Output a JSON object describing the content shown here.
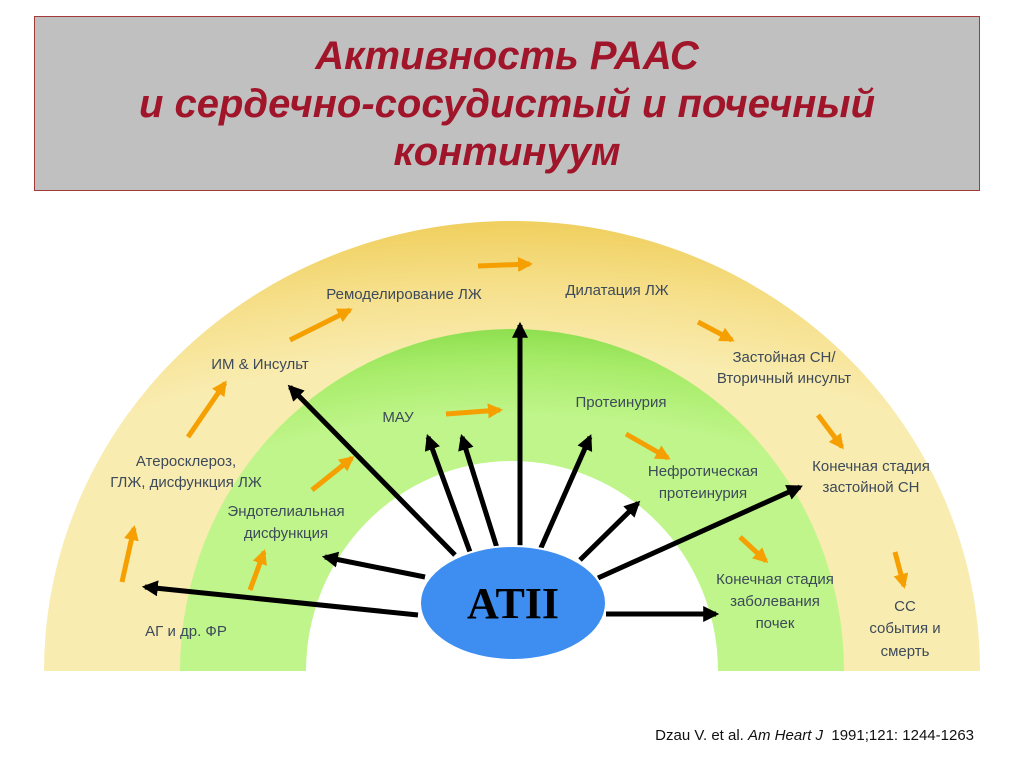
{
  "title": {
    "line1": "Активность РААС",
    "line2": "и сердечно-сосудистый и почечный",
    "line3": "континуум"
  },
  "center": {
    "label": "ATII"
  },
  "outer_labels": {
    "ag": "АГ и др. ФР",
    "atero1": "Атеросклероз,",
    "atero2": "ГЛЖ, дисфункция ЛЖ",
    "im": "ИМ & Инсульт",
    "remod": "Ремоделирование ЛЖ",
    "dilat": "Дилатация ЛЖ",
    "zast1": "Застойная СН/",
    "zast2": "Вторичный инсульт",
    "kon1": "Конечная стадия",
    "kon2": "застойной СН",
    "ss1": "СС",
    "ss2": "события и",
    "ss3": "смерть"
  },
  "inner_labels": {
    "endo1": "Эндотелиальная",
    "endo2": "дисфункция",
    "mau": "МАУ",
    "prot": "Протеинурия",
    "nef1": "Нефротическая",
    "nef2": "протеинурия",
    "kzp1": "Конечная стадия",
    "kzp2": "заболевания",
    "kzp3": "почек"
  },
  "citation": {
    "author": "Dzau V. et al. ",
    "journal": "Am Heart J",
    "ref": "  1991;121: 1244-1263"
  },
  "colors": {
    "outer_ring": "#f6e08c",
    "inner_ring": "#a8ec6a",
    "center": "#3d8ef0",
    "arrow_orange": "#f5a000",
    "arrow_black": "#000000"
  }
}
